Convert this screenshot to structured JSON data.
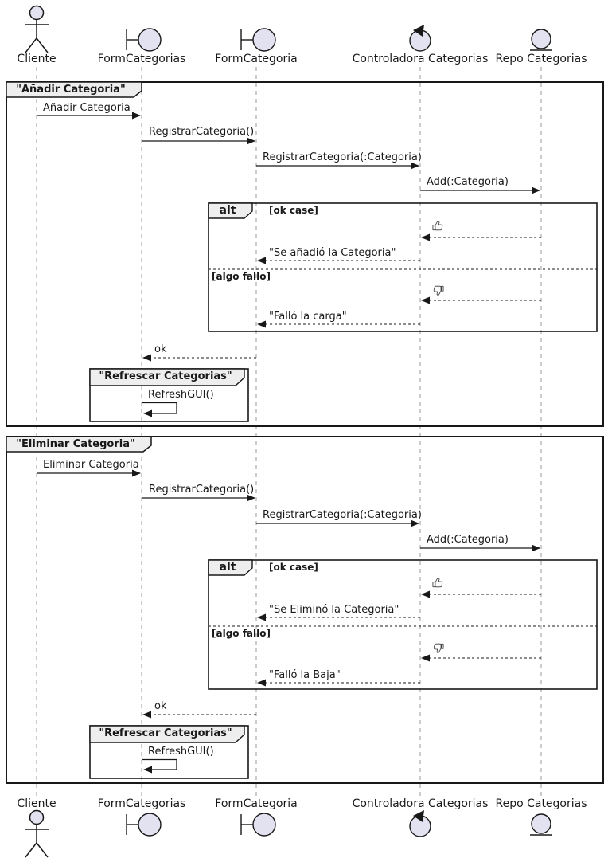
{
  "diagram_type": "uml-sequence",
  "participants": [
    {
      "label": "Cliente",
      "type": "actor"
    },
    {
      "label": "FormCategorias",
      "type": "boundary"
    },
    {
      "label": "FormCategoria",
      "type": "boundary"
    },
    {
      "label": "Controladora Categorias",
      "type": "control"
    },
    {
      "label": "Repo Categorias",
      "type": "entity"
    }
  ],
  "frame1": {
    "title": "\"Añadir Categoria\"",
    "m_add": "Añadir Categoria",
    "m_reg": "RegistrarCategoria()",
    "m_reg_param": "RegistrarCategoria(:Categoria)",
    "m_repo_add": "Add(:Categoria)",
    "alt_label": "alt",
    "guard_ok": "[ok case]",
    "reply_ok": "\"Se añadió la Categoria\"",
    "guard_fail": "[algo fallo]",
    "reply_fail": "\"Falló la carga\"",
    "m_ok": "ok",
    "inner_title": "\"Refrescar Categorias\"",
    "m_refresh": "RefreshGUI()"
  },
  "frame2": {
    "title": "\"Eliminar Categoria\"",
    "m_add": "Eliminar Categoria",
    "m_reg": "RegistrarCategoria()",
    "m_reg_param": "RegistrarCategoria(:Categoria)",
    "m_repo_add": "Add(:Categoria)",
    "alt_label": "alt",
    "guard_ok": "[ok case]",
    "reply_ok": "\"Se Eliminó la Categoria\"",
    "guard_fail": "[algo fallo]",
    "reply_fail": "\"Falló la Baja\"",
    "m_ok": "ok",
    "inner_title": "\"Refrescar Categorias\"",
    "m_refresh": "RefreshGUI()"
  },
  "icons": {
    "ok_result": "thumbs-up",
    "fail_result": "thumbs-down"
  },
  "colors": {
    "participant_fill": "#E2E2F0",
    "line": "#181818",
    "frame_header_fill": "#EEEEEE",
    "lifeline": "#999999",
    "background": "#FFFFFF"
  }
}
